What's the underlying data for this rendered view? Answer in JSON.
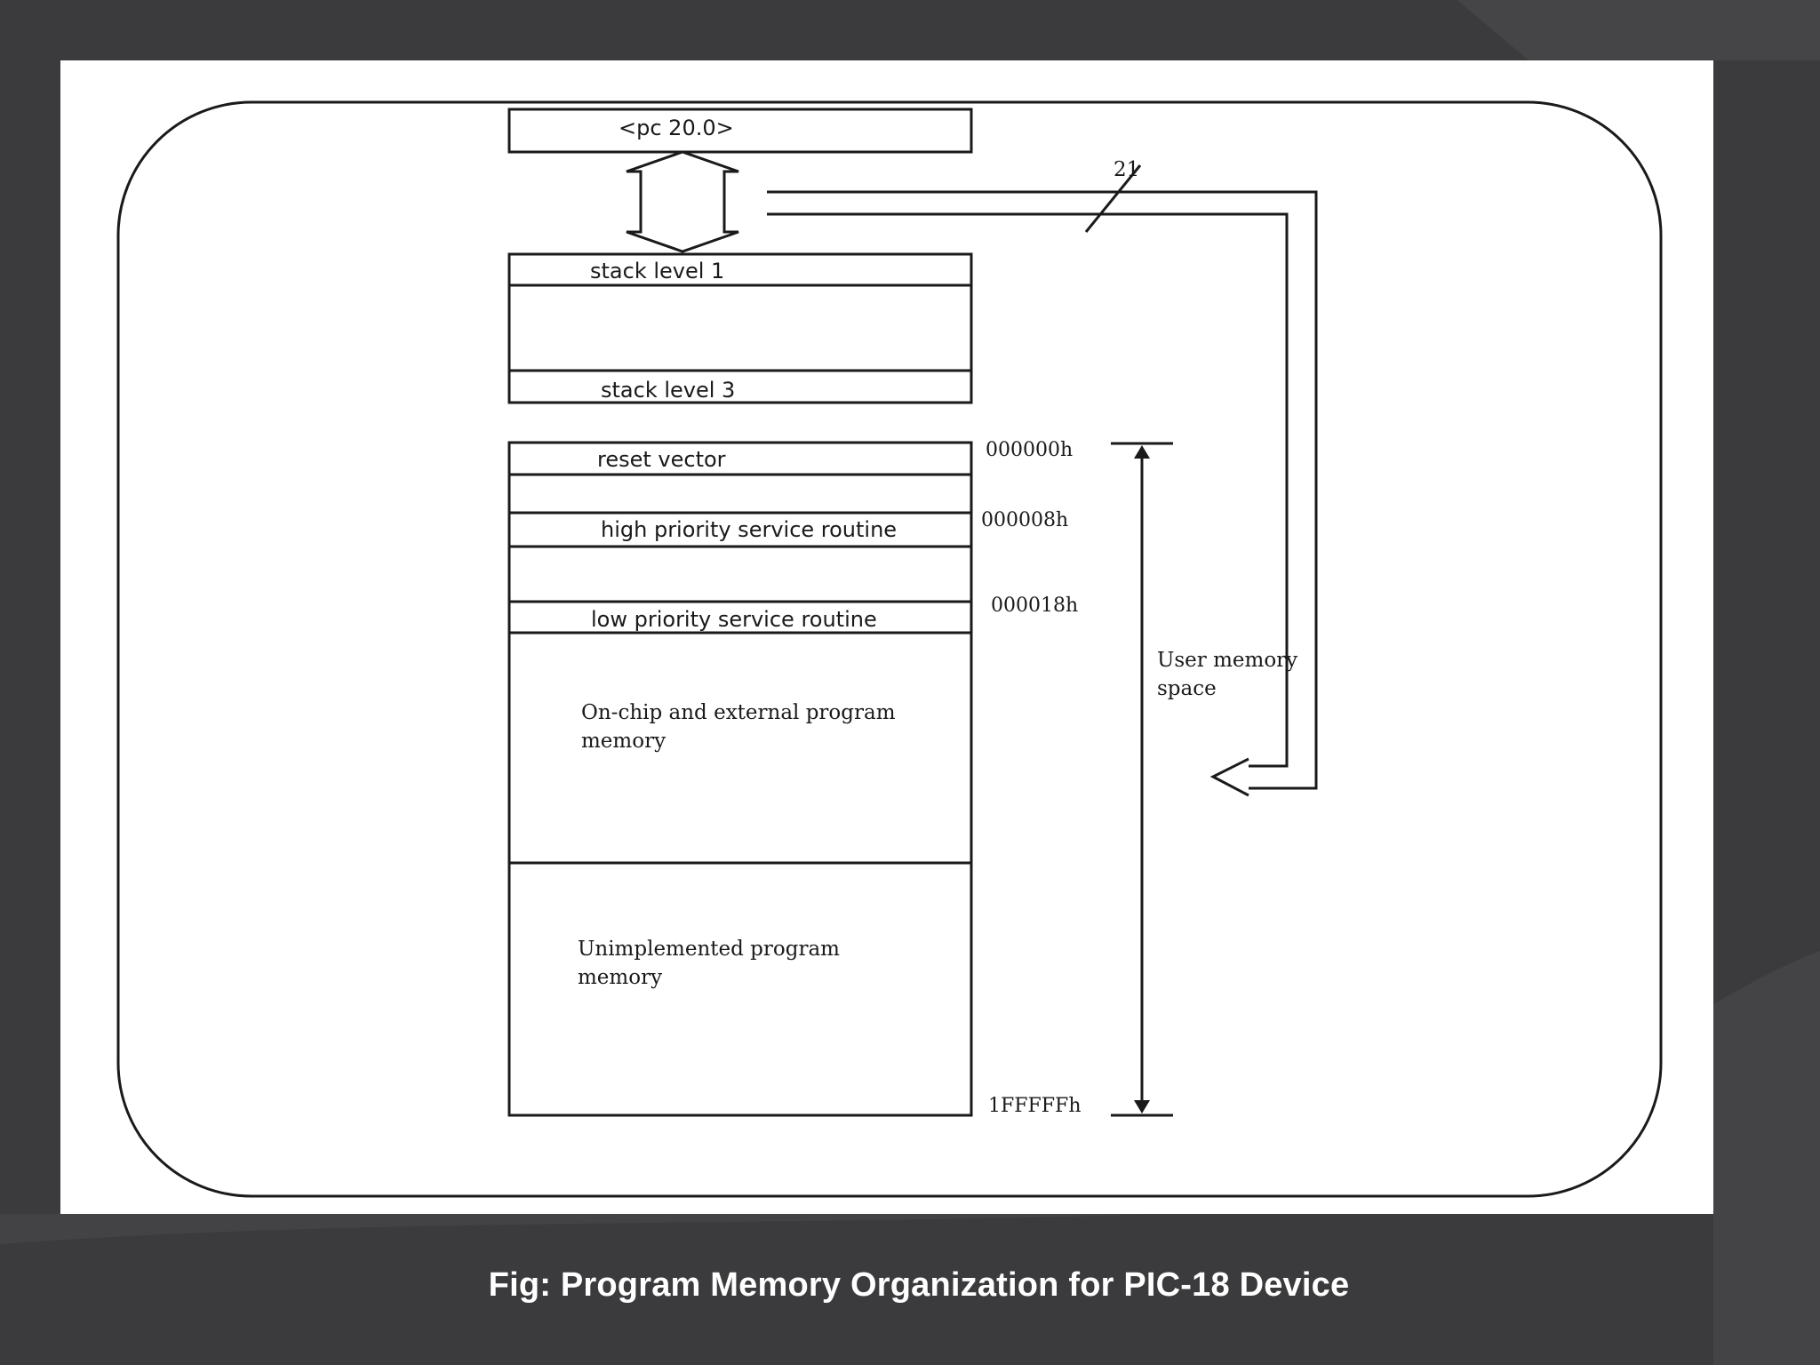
{
  "diagram": {
    "pc_register": "<pc 20.0>",
    "bus_width": "21",
    "stack": {
      "top": "stack level 1",
      "bottom": "stack level 3"
    },
    "memory": {
      "reset_vector": "reset vector",
      "high_priority": "high priority service routine",
      "low_priority": "low priority service routine",
      "onchip_line1": "On-chip and external program",
      "onchip_line2": "memory",
      "unimpl_line1": "Unimplemented program",
      "unimpl_line2": "memory"
    },
    "addresses": {
      "reset": "000000h",
      "high": "000008h",
      "low": "000018h",
      "end": "1FFFFFh"
    },
    "user_space_line1": "User memory",
    "user_space_line2": "space"
  },
  "caption": "Fig: Program Memory Organization for PIC-18 Device",
  "colors": {
    "background": "#3b3b3d",
    "panel": "#ffffff",
    "stroke": "#1a1a1a",
    "caption": "#ffffff"
  }
}
